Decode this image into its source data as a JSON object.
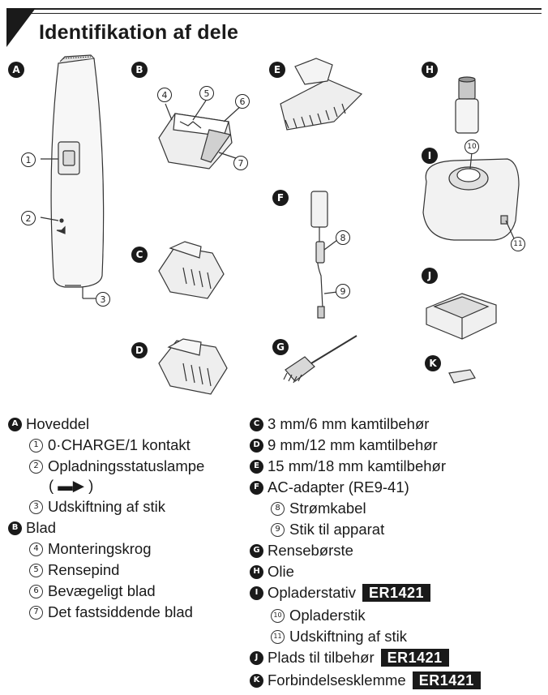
{
  "header": {
    "title": "Identifikation af dele"
  },
  "figure_letters": {
    "a": "A",
    "b": "B",
    "c": "C",
    "d": "D",
    "e": "E",
    "f": "F",
    "g": "G",
    "h": "H",
    "i": "I",
    "j": "J",
    "k": "K"
  },
  "figure_numbers": {
    "n1": "1",
    "n2": "2",
    "n3": "3",
    "n4": "4",
    "n5": "5",
    "n6": "6",
    "n7": "7",
    "n8": "8",
    "n9": "9",
    "n10": "10",
    "n11": "11"
  },
  "legend": {
    "col1": [
      {
        "letter": "A",
        "text": "Hoveddel"
      },
      {
        "num": "1",
        "text": "0·CHARGE/1 kontakt"
      },
      {
        "num": "2",
        "text": "Opladningsstatuslampe"
      },
      {
        "text": "( ▬▶ )"
      },
      {
        "num": "3",
        "text": "Udskiftning af stik"
      },
      {
        "letter": "B",
        "text": "Blad"
      },
      {
        "num": "4",
        "text": "Monteringskrog"
      },
      {
        "num": "5",
        "text": "Rensepind"
      },
      {
        "num": "6",
        "text": "Bevægeligt blad"
      },
      {
        "num": "7",
        "text": "Det fastsiddende blad"
      }
    ],
    "col2": [
      {
        "letter": "C",
        "text": "3 mm/6 mm kamtilbehør"
      },
      {
        "letter": "D",
        "text": "9 mm/12 mm kamtilbehør"
      },
      {
        "letter": "E",
        "text": "15 mm/18 mm kamtilbehør"
      },
      {
        "letter": "F",
        "text": "AC-adapter (RE9-41)"
      },
      {
        "num": "8",
        "text": "Strømkabel"
      },
      {
        "num": "9",
        "text": "Stik til apparat"
      },
      {
        "letter": "G",
        "text": "Rensebørste"
      },
      {
        "letter": "H",
        "text": "Olie"
      },
      {
        "letter": "I",
        "text": "Opladerstativ",
        "tag": "ER1421"
      },
      {
        "num": "10",
        "text": "Opladerstik"
      },
      {
        "num": "11",
        "text": "Udskiftning af stik"
      },
      {
        "letter": "J",
        "text": "Plads til tilbehør",
        "tag": "ER1421"
      },
      {
        "letter": "K",
        "text": "Forbindelsesklemme",
        "tag": "ER1421"
      }
    ]
  },
  "colors": {
    "ink": "#1a1a1a",
    "paper": "#ffffff",
    "shade": "#d9d9d9"
  }
}
